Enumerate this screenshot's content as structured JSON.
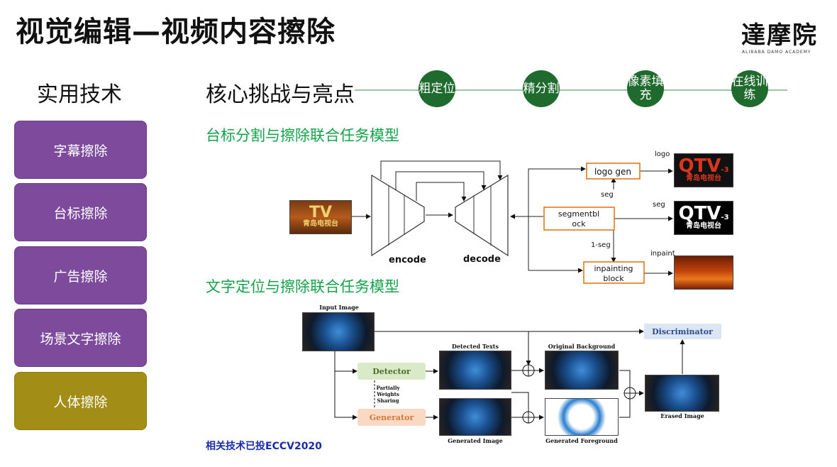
{
  "title": "视觉编辑—视频内容擦除",
  "logo": {
    "main": "達摩院",
    "sub": "ALIBABA DAMO ACADEMY"
  },
  "sidebar": {
    "heading": "实用技术",
    "items": [
      {
        "label": "字幕擦除"
      },
      {
        "label": "台标擦除"
      },
      {
        "label": "广告擦除"
      },
      {
        "label": "场景文字擦除"
      },
      {
        "label": "人体擦除"
      }
    ]
  },
  "core": {
    "heading": "核心挑战与亮点",
    "challenges": [
      "粗定位",
      "精分割",
      "像素填充",
      "在线训练"
    ]
  },
  "model1": {
    "title": "台标分割与擦除联合任务模型",
    "encode": "encode",
    "decode": "decode",
    "logo_gen": "logo gen",
    "segment_block_1": "segmentbl",
    "segment_block_2": "ock",
    "inpainting_1": "inpainting",
    "inpainting_2": "block",
    "lbl_logo": "logo",
    "lbl_seg1": "seg",
    "lbl_seg2": "seg",
    "lbl_1seg": "1-seg",
    "lbl_inpaint": "inpaint",
    "qtv": "QTV",
    "qtv_suffix": "-3",
    "channel": "青岛电视台",
    "tv": "TV"
  },
  "model2": {
    "title": "文字定位与擦除联合任务模型",
    "input_image": "Input Image",
    "detector": "Detector",
    "generator": "Generator",
    "sharing_1": "Partially",
    "sharing_2": "Weights",
    "sharing_3": "Sharing",
    "detected_texts": "Detected Texts",
    "original_background": "Original Background",
    "generated_image": "Generated Image",
    "generated_foreground": "Generated Foreground",
    "discriminator": "Discriminator",
    "erased_image": "Erased Image"
  },
  "reference": "相关技术已投ECCV2020",
  "colors": {
    "sidebar": "#7e4b9c",
    "sidebar_active": "#a28d16",
    "challenge": "#1f6b2e",
    "subtitle": "#14a34a",
    "reference": "#1b2ca8",
    "block_border": "#e07a1a"
  }
}
